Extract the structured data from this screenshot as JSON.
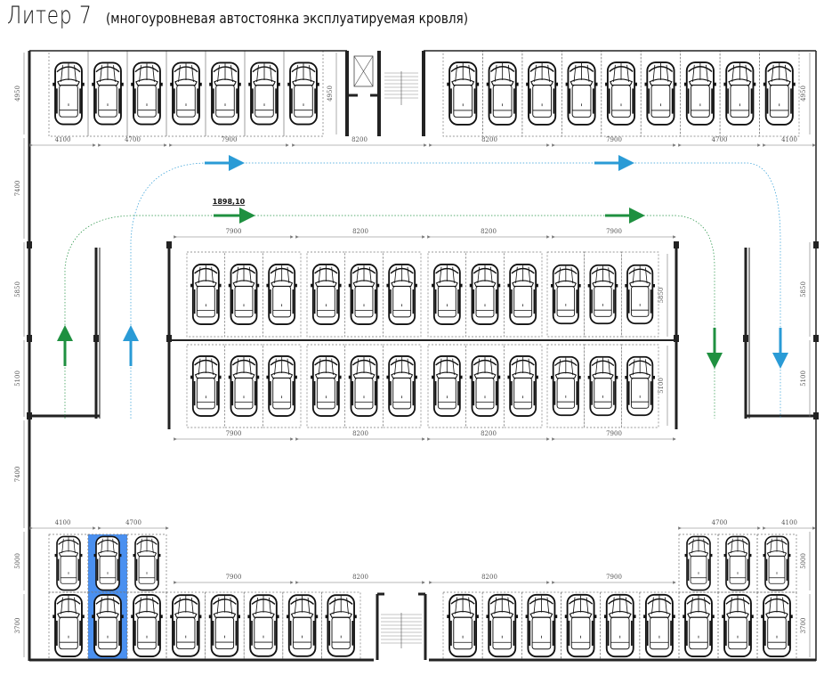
{
  "header": {
    "title": "Литер 7",
    "subtitle": "(многоуровневая автостоянка эксплуатируемая кровля)"
  },
  "level_mark": "1898,10",
  "colors": {
    "wall": "#222222",
    "blue_route": "#2a9bd6",
    "green_route": "#1f9040",
    "highlight": "#4a90f0"
  },
  "dimensions": {
    "top_left": [
      "4100",
      "4700",
      "7900"
    ],
    "top_stair": "8200",
    "top_right": [
      "8200",
      "7900",
      "4700",
      "4100"
    ],
    "top_stair_height": "4950",
    "middle_top": [
      "7900",
      "8200",
      "8200",
      "7900"
    ],
    "middle_bottom": [
      "7900",
      "8200",
      "8200",
      "7900"
    ],
    "middle_right_heights": [
      "5850",
      "5100"
    ],
    "bottom_left": [
      "4100",
      "4700"
    ],
    "bottom_mid_left": [
      "7900",
      "8200"
    ],
    "bottom_mid_right": [
      "8200",
      "7900"
    ],
    "bottom_right": [
      "4700",
      "4100"
    ],
    "left_side": [
      "4950",
      "7400",
      "5850",
      "5100",
      "7400",
      "5000",
      "3700"
    ],
    "right_side": [
      "4950",
      "5850",
      "5100",
      "5000",
      "3700"
    ]
  },
  "highlighted_spots": [
    "bottom-left-col-2-row-1",
    "bottom-left-col-2-row-2"
  ]
}
